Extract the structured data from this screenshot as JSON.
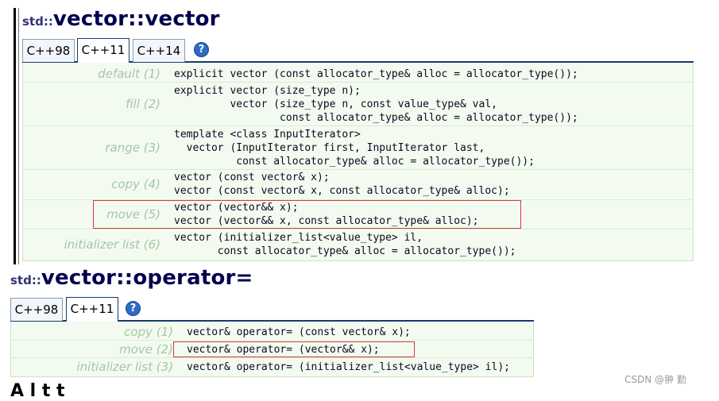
{
  "section1": {
    "namespace": "std::",
    "name": "vector::vector",
    "tabs": [
      "C++98",
      "C++11",
      "C++14"
    ],
    "active_tab": "C++11",
    "help_icon": "question-mark-icon",
    "rows": [
      {
        "label": "default (1)",
        "code": "explicit vector (const allocator_type& alloc = allocator_type());"
      },
      {
        "label": "fill (2)",
        "code": "explicit vector (size_type n);\n         vector (size_type n, const value_type& val,\n                 const allocator_type& alloc = allocator_type());"
      },
      {
        "label": "range (3)",
        "code": "template <class InputIterator>\n  vector (InputIterator first, InputIterator last,\n          const allocator_type& alloc = allocator_type());"
      },
      {
        "label": "copy (4)",
        "code": "vector (const vector& x);\nvector (const vector& x, const allocator_type& alloc);"
      },
      {
        "label": "move (5)",
        "code": "vector (vector&& x);\nvector (vector&& x, const allocator_type& alloc);"
      },
      {
        "label": "initializer list (6)",
        "code": "vector (initializer_list<value_type> il,\n       const allocator_type& alloc = allocator_type());"
      }
    ]
  },
  "section2": {
    "namespace": "std::",
    "name": "vector::operator=",
    "tabs": [
      "C++98",
      "C++11"
    ],
    "active_tab": "C++11",
    "help_icon": "question-mark-icon",
    "rows": [
      {
        "label": "copy (1)",
        "code": "vector& operator= (const vector& x);"
      },
      {
        "label": "move (2)",
        "code": "vector& operator= (vector&& x);"
      },
      {
        "label": "initializer list (3)",
        "code": "vector& operator= (initializer_list<value_type> il);"
      }
    ]
  },
  "highlight_color": "#d83a3a",
  "watermark": "CSDN @翀 勤",
  "cut_text": "A   l   t   t"
}
